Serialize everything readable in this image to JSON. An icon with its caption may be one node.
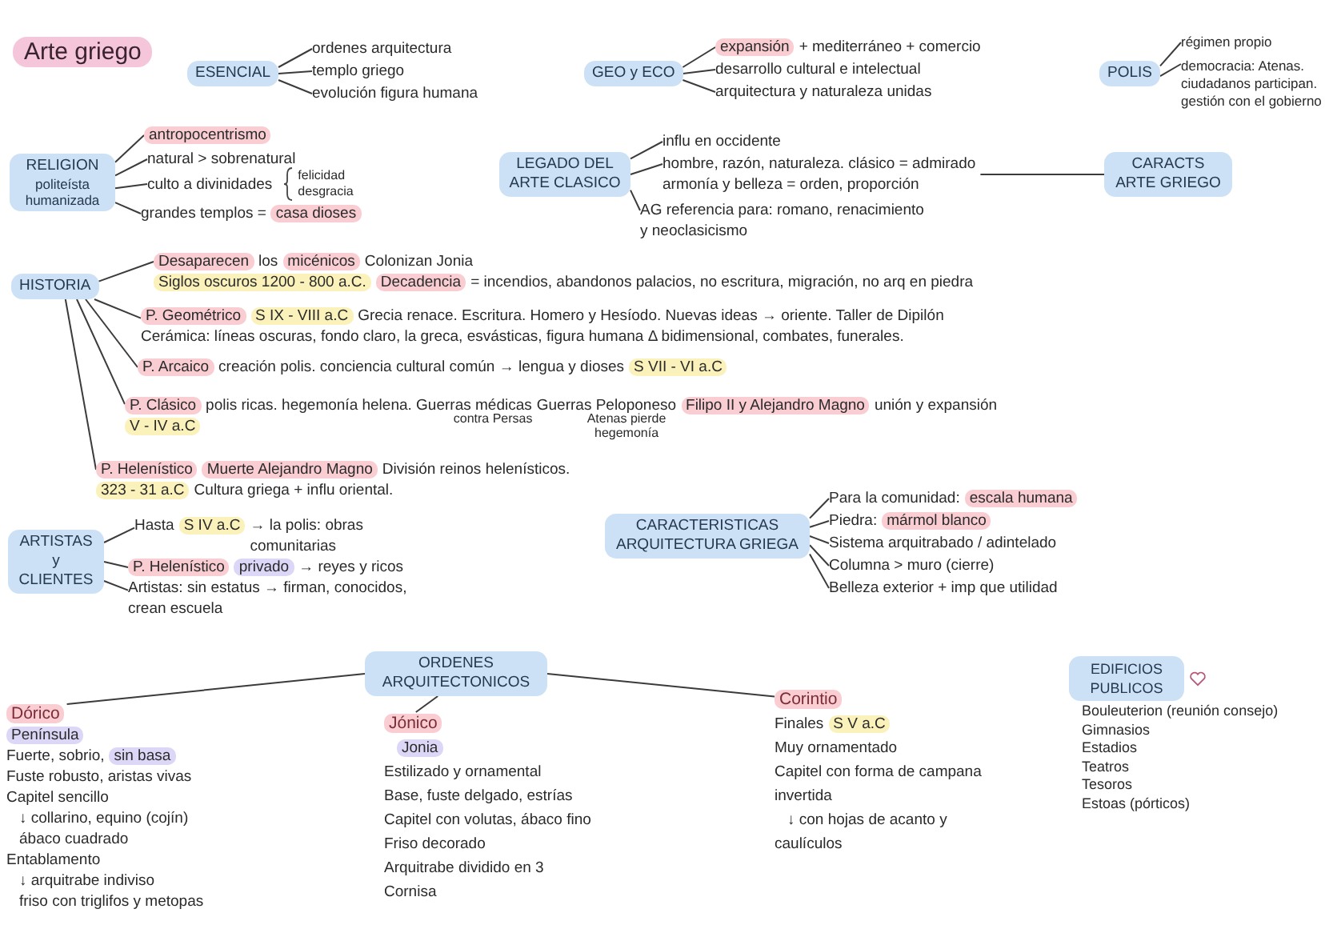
{
  "diagram": {
    "title": "Arte griego",
    "nodes": [
      {
        "text": [
          "ESENCIAL"
        ]
      },
      {
        "text": [
          "ordenes arquitectura"
        ]
      },
      {
        "text": [
          "templo griego"
        ]
      },
      {
        "text": [
          "evolución figura humana"
        ]
      },
      {
        "text": [
          "GEO y ECO"
        ]
      },
      {
        "text": [
          "expansión",
          "+ mediterráneo + comercio"
        ]
      },
      {
        "text": [
          "desarrollo cultural e intelectual"
        ]
      },
      {
        "text": [
          "arquitectura y naturaleza unidas"
        ]
      },
      {
        "text": [
          "POLIS"
        ]
      },
      {
        "text": [
          "régimen propio"
        ]
      },
      {
        "text": [
          "democracia: Atenas. ciudadanos participan. gestión con el gobierno"
        ]
      },
      {
        "text": [
          "RELIGION",
          "politeísta humanizada"
        ]
      },
      {
        "text": [
          "antropocentrismo"
        ]
      },
      {
        "text": [
          "natural > sobrenatural"
        ]
      },
      {
        "text": [
          "culto a divinidades",
          "felicidad",
          "desgracia"
        ]
      },
      {
        "text": [
          "grandes templos =",
          "casa dioses"
        ]
      },
      {
        "text": [
          "LEGADO DEL ARTE CLASICO"
        ]
      },
      {
        "text": [
          "influ en occidente"
        ]
      },
      {
        "text": [
          "hombre, razón, naturaleza. clásico = admirado",
          "armonía y belleza = orden, proporción"
        ]
      },
      {
        "text": [
          "AG referencia para: romano, renacimiento y neoclasicismo"
        ]
      },
      {
        "text": [
          "CARACTS ARTE GRIEGO"
        ]
      },
      {
        "text": [
          "HISTORIA"
        ]
      },
      {
        "text": [
          "Desaparecen",
          "los",
          "micénicos",
          "Colonizan Jonia",
          "Siglos oscuros 1200 - 800 a.C.",
          "Decadencia",
          "= incendios, abandonos palacios, no escritura, migración, no arq en piedra"
        ]
      },
      {
        "text": [
          "P. Geométrico",
          "S IX - VIII a.C",
          "Grecia renace. Escritura. Homero y Hesíodo. Nuevas ideas → oriente. Taller de Dipilón",
          "Cerámica: líneas oscuras, fondo claro, la greca, esvásticas, figura humana Δ bidimensional, combates, funerales."
        ]
      },
      {
        "text": [
          "P. Arcaico",
          "creación polis. conciencia cultural común → lengua y dioses",
          "S VII - VI a.C"
        ]
      },
      {
        "text": [
          "P. Clásico",
          "polis ricas. hegemonía helena. Guerras médicas",
          "contra Persas",
          "Guerras Peloponeso",
          "Atenas pierde hegemonía",
          "Filipo II y Alejandro Magno",
          "unión y expansión",
          "V - IV a.C"
        ]
      },
      {
        "text": [
          "P. Helenístico",
          "Muerte Alejandro Magno",
          "División reinos helenísticos.",
          "323 - 31 a.C",
          "Cultura griega + influ oriental."
        ]
      },
      {
        "text": [
          "ARTISTAS y CLIENTES"
        ]
      },
      {
        "text": [
          "Hasta",
          "S IV a.C",
          "→ la polis: obras comunitarias"
        ]
      },
      {
        "text": [
          "P. Helenístico",
          "privado",
          "→ reyes y ricos"
        ]
      },
      {
        "text": [
          "Artistas: sin estatus → firman, conocidos, crean escuela"
        ]
      },
      {
        "text": [
          "CARACTERISTICAS ARQUITECTURA GRIEGA"
        ]
      },
      {
        "text": [
          "Para la comunidad:",
          "escala humana"
        ]
      },
      {
        "text": [
          "Piedra:",
          "mármol blanco"
        ]
      },
      {
        "text": [
          "Sistema arquitrabado / adintelado"
        ]
      },
      {
        "text": [
          "Columna > muro (cierre)"
        ]
      },
      {
        "text": [
          "Belleza exterior + imp que utilidad"
        ]
      },
      {
        "text": [
          "ORDENES ARQUITECTONICOS"
        ]
      },
      {
        "text": [
          "Dórico",
          "Península",
          "Fuerte, sobrio,",
          "sin basa",
          "Fuste robusto, aristas vivas",
          "Capitel sencillo",
          "↓ collarino, equino (cojín)",
          "ábaco cuadrado",
          "Entablamento",
          "↓ arquitrabe indiviso",
          "friso con triglifos y metopas"
        ]
      },
      {
        "text": [
          "Jónico",
          "Jonia",
          "Estilizado y ornamental",
          "Base, fuste delgado, estrías",
          "Capitel con volutas, ábaco fino",
          "Friso decorado",
          "Arquitrabe dividido en 3",
          "Cornisa"
        ]
      },
      {
        "text": [
          "Corintio",
          "Finales",
          "S V a.C",
          "Muy ornamentado",
          "Capitel con forma de campana invertida",
          "↓ con hojas de acanto y caulículos"
        ]
      },
      {
        "text": [
          "EDIFICIOS PUBLICOS",
          "Bouleuterion (reunión consejo)",
          "Gimnasios",
          "Estadios",
          "Teatros",
          "Tesoros",
          "Estoas (pórticos)"
        ]
      }
    ],
    "edges": [
      {
        "from": 0,
        "to": 1,
        "arrow": "none"
      },
      {
        "from": 0,
        "to": 2,
        "arrow": "none"
      },
      {
        "from": 0,
        "to": 3,
        "arrow": "none"
      },
      {
        "from": 4,
        "to": 5,
        "arrow": "none"
      },
      {
        "from": 4,
        "to": 6,
        "arrow": "none"
      },
      {
        "from": 4,
        "to": 7,
        "arrow": "none"
      },
      {
        "from": 8,
        "to": 9,
        "arrow": "none"
      },
      {
        "from": 8,
        "to": 10,
        "arrow": "none"
      },
      {
        "from": 11,
        "to": 12,
        "arrow": "none"
      },
      {
        "from": 11,
        "to": 13,
        "arrow": "none"
      },
      {
        "from": 11,
        "to": 14,
        "arrow": "none"
      },
      {
        "from": 11,
        "to": 15,
        "arrow": "none"
      },
      {
        "from": 16,
        "to": 17,
        "arrow": "none"
      },
      {
        "from": 16,
        "to": 18,
        "arrow": "none"
      },
      {
        "from": 16,
        "to": 19,
        "arrow": "none"
      },
      {
        "from": 18,
        "to": 20,
        "arrow": "none"
      },
      {
        "from": 21,
        "to": 22,
        "arrow": "none"
      },
      {
        "from": 21,
        "to": 23,
        "arrow": "none"
      },
      {
        "from": 21,
        "to": 24,
        "arrow": "none"
      },
      {
        "from": 21,
        "to": 25,
        "arrow": "none"
      },
      {
        "from": 21,
        "to": 26,
        "arrow": "none"
      },
      {
        "from": 27,
        "to": 28,
        "arrow": "none"
      },
      {
        "from": 27,
        "to": 29,
        "arrow": "none"
      },
      {
        "from": 27,
        "to": 30,
        "arrow": "none"
      },
      {
        "from": 31,
        "to": 32,
        "arrow": "none"
      },
      {
        "from": 31,
        "to": 33,
        "arrow": "none"
      },
      {
        "from": 31,
        "to": 34,
        "arrow": "none"
      },
      {
        "from": 31,
        "to": 35,
        "arrow": "none"
      },
      {
        "from": 31,
        "to": 36,
        "arrow": "none"
      },
      {
        "from": 37,
        "to": 38,
        "arrow": "none"
      },
      {
        "from": 37,
        "to": 39,
        "arrow": "none"
      },
      {
        "from": 37,
        "to": 40,
        "arrow": "none"
      }
    ]
  }
}
